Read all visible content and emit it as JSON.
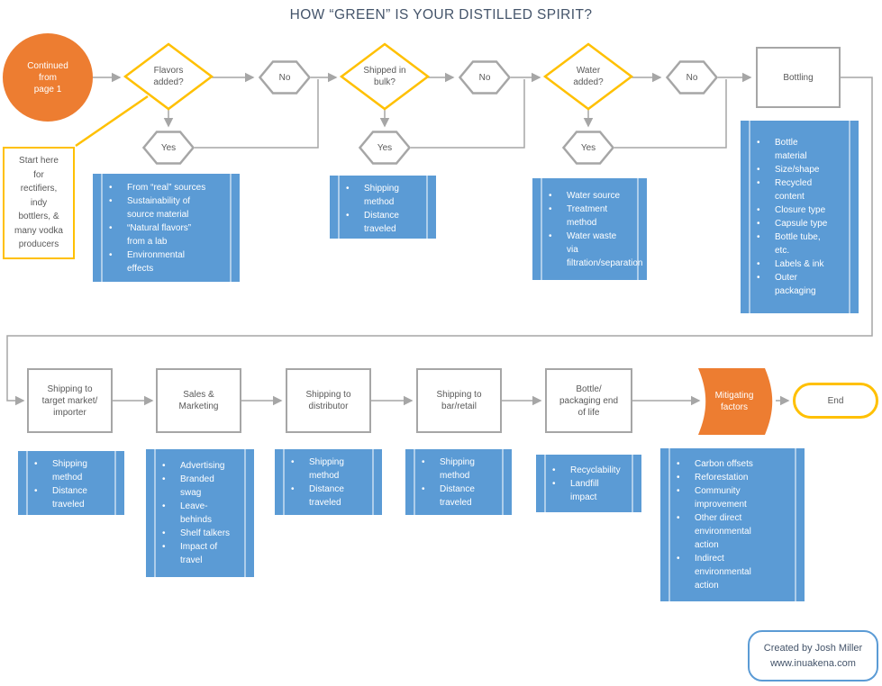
{
  "title": "HOW “GREEN” IS YOUR DISTILLED SPIRIT?",
  "colors": {
    "accent_blue": "#5B9BD5",
    "accent_orange": "#ED7D31",
    "accent_yellow": "#FFC000",
    "connector_gray": "#A6A6A6",
    "shape_text_gray": "#595959",
    "title_color": "#44546A"
  },
  "flow1": {
    "continued_label": "Continued\nfrom\npage 1",
    "start_note": "Start here\nfor\nrectifiers,\nindy\nbottlers, &\nmany vodka\nproducers",
    "decisions": [
      {
        "question": "Flavors\nadded?",
        "no_label": "No",
        "yes_label": "Yes",
        "factors": [
          "From “real” sources",
          "Sustainability of source material",
          "“Natural flavors” from a lab",
          "Environmental effects"
        ]
      },
      {
        "question": "Shipped in\nbulk?",
        "no_label": "No",
        "yes_label": "Yes",
        "factors": [
          "Shipping method",
          "Distance traveled"
        ]
      },
      {
        "question": "Water\nadded?",
        "no_label": "No",
        "yes_label": "Yes",
        "factors": [
          "Water source",
          "Treatment method",
          "Water waste via filtration/separation"
        ]
      }
    ],
    "bottling": {
      "label": "Bottling",
      "factors": [
        "Bottle material",
        "Size/shape",
        "Recycled content",
        "Closure type",
        "Capsule type",
        "Bottle tube, etc.",
        "Labels & ink",
        "Outer packaging"
      ]
    }
  },
  "flow2": {
    "steps": [
      {
        "label": "Shipping to\ntarget market/\nimporter",
        "factors": [
          "Shipping method",
          "Distance traveled"
        ]
      },
      {
        "label": "Sales &\nMarketing",
        "factors": [
          "Advertising",
          "Branded swag",
          "Leave-behinds",
          "Shelf talkers",
          "Impact of travel"
        ]
      },
      {
        "label": "Shipping to\ndistributor",
        "factors": [
          "Shipping method",
          "Distance traveled"
        ]
      },
      {
        "label": "Shipping to\nbar/retail",
        "factors": [
          "Shipping method",
          "Distance traveled"
        ]
      },
      {
        "label": "Bottle/\npackaging end\nof life",
        "factors": [
          "Recyclability",
          "Landfill impact"
        ]
      }
    ],
    "mitigating": {
      "label": "Mitigating\nfactors",
      "factors": [
        "Carbon offsets",
        "Reforestation",
        "Community improvement",
        "Other direct environmental action",
        "Indirect environmental action"
      ]
    },
    "end_label": "End"
  },
  "credit": {
    "line1": "Created by Josh Miller",
    "line2": "www.inuakena.com"
  }
}
